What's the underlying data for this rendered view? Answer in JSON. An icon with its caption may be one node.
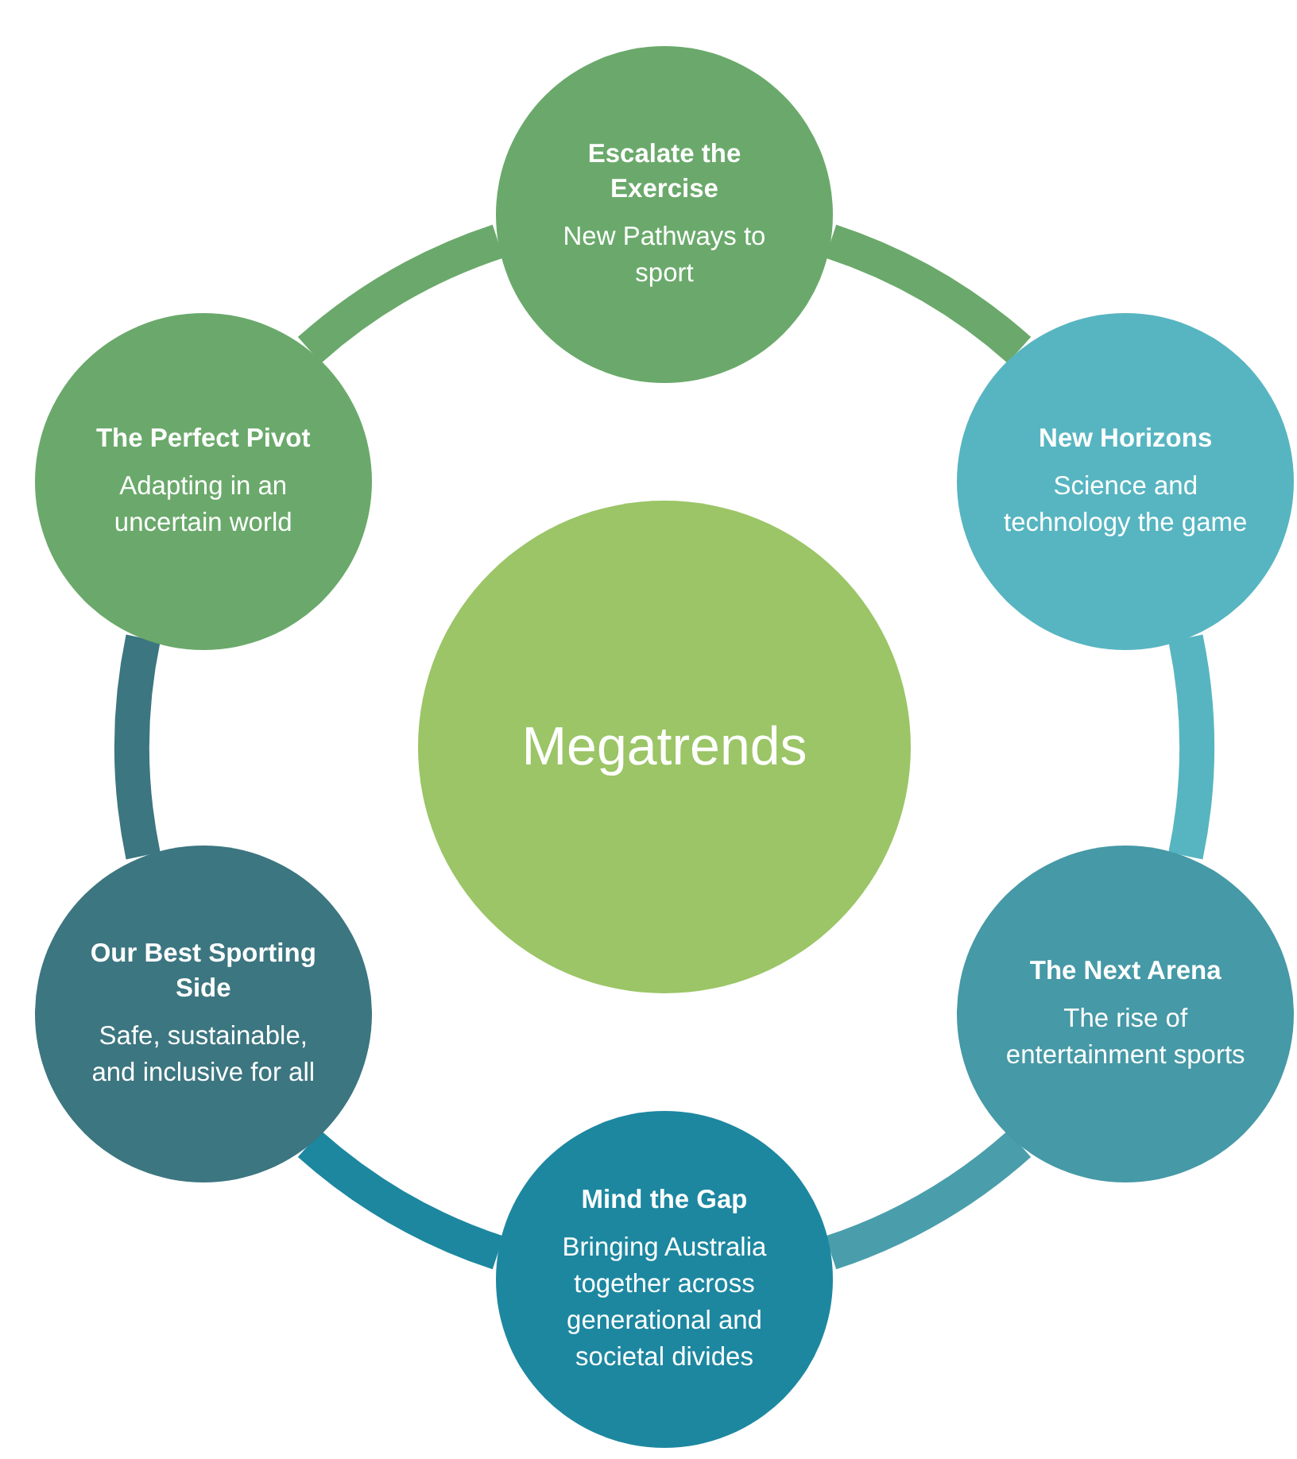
{
  "diagram": {
    "nodes": [
      {
        "text": [
          "Megatrends"
        ]
      },
      {
        "text": [
          "Escalate the Exercise",
          "New Pathways to sport"
        ]
      },
      {
        "text": [
          "New Horizons",
          "Science and technology the game"
        ]
      },
      {
        "text": [
          "The Next Arena",
          "The rise of entertainment sports"
        ]
      },
      {
        "text": [
          "Mind the Gap",
          "Bringing Australia together across generational and societal divides"
        ]
      },
      {
        "text": [
          "Our Best Sporting Side",
          "Safe, sustainable, and inclusive for all"
        ]
      },
      {
        "text": [
          "The Perfect Pivot",
          "Adapting in an uncertain world"
        ]
      }
    ],
    "edges": [
      {
        "from": 1,
        "to": 2,
        "arrow": "none",
        "color": "#6aa96b"
      },
      {
        "from": 2,
        "to": 3,
        "arrow": "none",
        "color": "#57b5c1"
      },
      {
        "from": 3,
        "to": 4,
        "arrow": "none",
        "color": "#4a9eab"
      },
      {
        "from": 4,
        "to": 5,
        "arrow": "none",
        "color": "#1d87a0"
      },
      {
        "from": 5,
        "to": 6,
        "arrow": "none",
        "color": "#3c7680"
      },
      {
        "from": 6,
        "to": 1,
        "arrow": "none",
        "color": "#6aa96b"
      }
    ]
  }
}
